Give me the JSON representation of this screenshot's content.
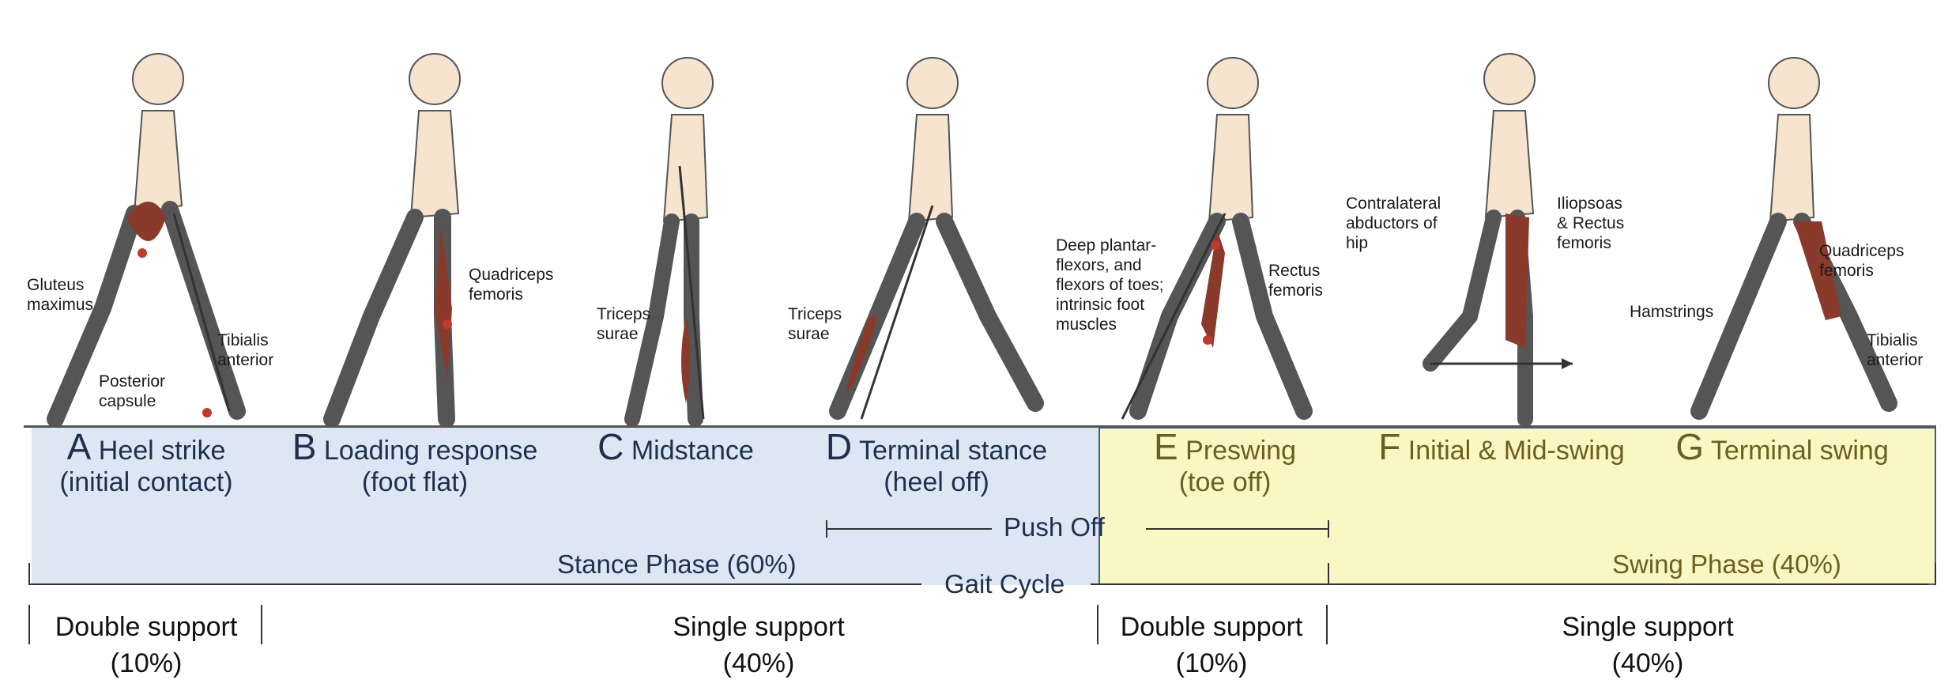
{
  "phases": [
    {
      "letter": "A",
      "name": "Heel strike",
      "sub": "(initial contact)"
    },
    {
      "letter": "B",
      "name": "Loading response",
      "sub": "(foot flat)"
    },
    {
      "letter": "C",
      "name": "Midstance",
      "sub": ""
    },
    {
      "letter": "D",
      "name": "Terminal stance",
      "sub": "(heel off)"
    },
    {
      "letter": "E",
      "name": "Preswing",
      "sub": "(toe off)"
    },
    {
      "letter": "F",
      "name": "Initial & Mid-swing",
      "sub": ""
    },
    {
      "letter": "G",
      "name": "Terminal swing",
      "sub": ""
    }
  ],
  "muscle_labels": {
    "gluteus_maximus": "Gluteus\nmaximus",
    "tibialis_anterior_a": "Tibialis\nanterior",
    "posterior_capsule": "Posterior\ncapsule",
    "quadriceps_b": "Quadriceps\nfemoris",
    "triceps_c": "Triceps\nsurae",
    "triceps_d": "Triceps\nsurae",
    "deep_plantar": "Deep plantar-\nflexors, and\nflexors of toes;\nintrinsic foot\nmuscles",
    "rectus_e": "Rectus\nfemoris",
    "contralateral": "Contralateral\nabductors of\nhip",
    "iliopsoas": "Iliopsoas\n& Rectus\nfemoris",
    "quadriceps_g": "Quadriceps\nfemoris",
    "hamstrings": "Hamstrings",
    "tibialis_anterior_g": "Tibialis\nanterior"
  },
  "brackets": {
    "push_off": "Push Off",
    "stance_phase": "Stance Phase (60%)",
    "swing_phase": "Swing Phase (40%)",
    "gait_cycle": "Gait Cycle"
  },
  "support": [
    {
      "label": "Double support",
      "pct": "(10%)"
    },
    {
      "label": "Single support",
      "pct": "(40%)"
    },
    {
      "label": "Double support",
      "pct": "(10%)"
    },
    {
      "label": "Single support",
      "pct": "(40%)"
    }
  ],
  "colors": {
    "stance_bg": "#dde7f3",
    "swing_bg": "#fbf7c4",
    "muscle": "#8a3a2a",
    "skin": "#f6e4cf"
  }
}
